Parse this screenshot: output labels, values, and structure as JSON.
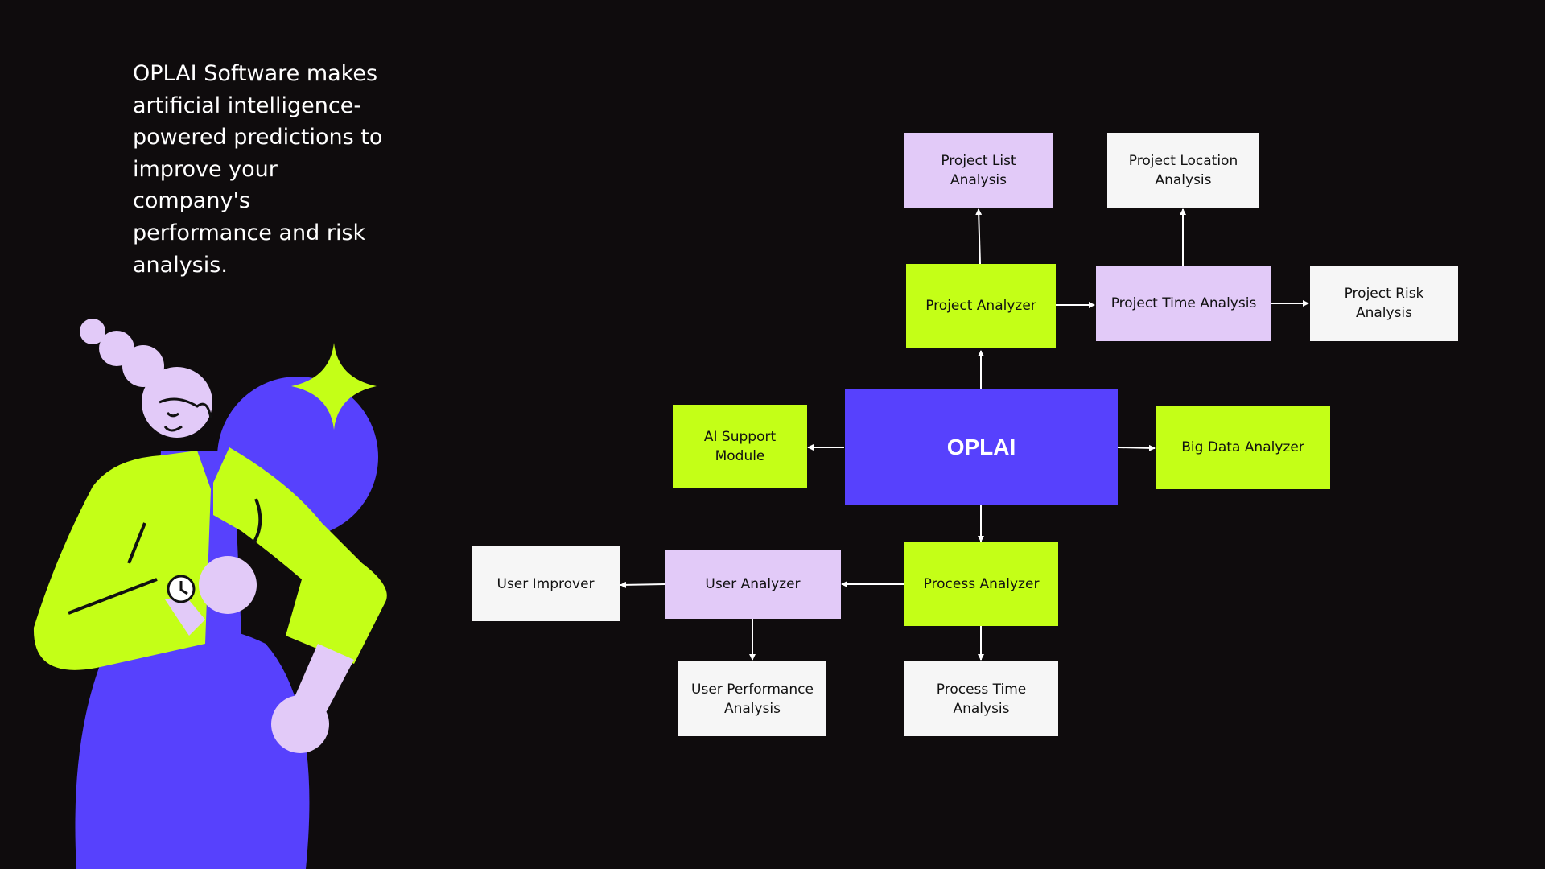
{
  "intro": {
    "text": "OPLAI Software makes artificial intelligence-powered predictions to improve your company's performance and risk analysis."
  },
  "colors": {
    "background": "#0f0c0d",
    "lime": "#c4ff17",
    "lilac": "#e2caf8",
    "white": "#f6f6f6",
    "blue": "#5741fd"
  },
  "nodes": {
    "hub": "OPLAI",
    "project_list_analysis": "Project List Analysis",
    "project_location_analysis": "Project Location Analysis",
    "project_analyzer": "Project Analyzer",
    "project_time_analysis": "Project Time Analysis",
    "project_risk_analysis": "Project Risk Analysis",
    "ai_support_module": "AI Support Module",
    "big_data_analyzer": "Big Data Analyzer",
    "user_improver": "User Improver",
    "user_analyzer": "User Analyzer",
    "process_analyzer": "Process Analyzer",
    "user_performance_analysis": "User Performance Analysis",
    "process_time_analysis": "Process Time Analysis"
  },
  "edges": [
    {
      "from": "hub",
      "to": "project_analyzer"
    },
    {
      "from": "project_analyzer",
      "to": "project_list_analysis"
    },
    {
      "from": "project_analyzer",
      "to": "project_time_analysis"
    },
    {
      "from": "project_time_analysis",
      "to": "project_location_analysis"
    },
    {
      "from": "project_time_analysis",
      "to": "project_risk_analysis"
    },
    {
      "from": "hub",
      "to": "ai_support_module"
    },
    {
      "from": "hub",
      "to": "big_data_analyzer"
    },
    {
      "from": "hub",
      "to": "process_analyzer"
    },
    {
      "from": "process_analyzer",
      "to": "user_analyzer"
    },
    {
      "from": "process_analyzer",
      "to": "process_time_analysis"
    },
    {
      "from": "user_analyzer",
      "to": "user_improver"
    },
    {
      "from": "user_analyzer",
      "to": "user_performance_analysis"
    }
  ]
}
